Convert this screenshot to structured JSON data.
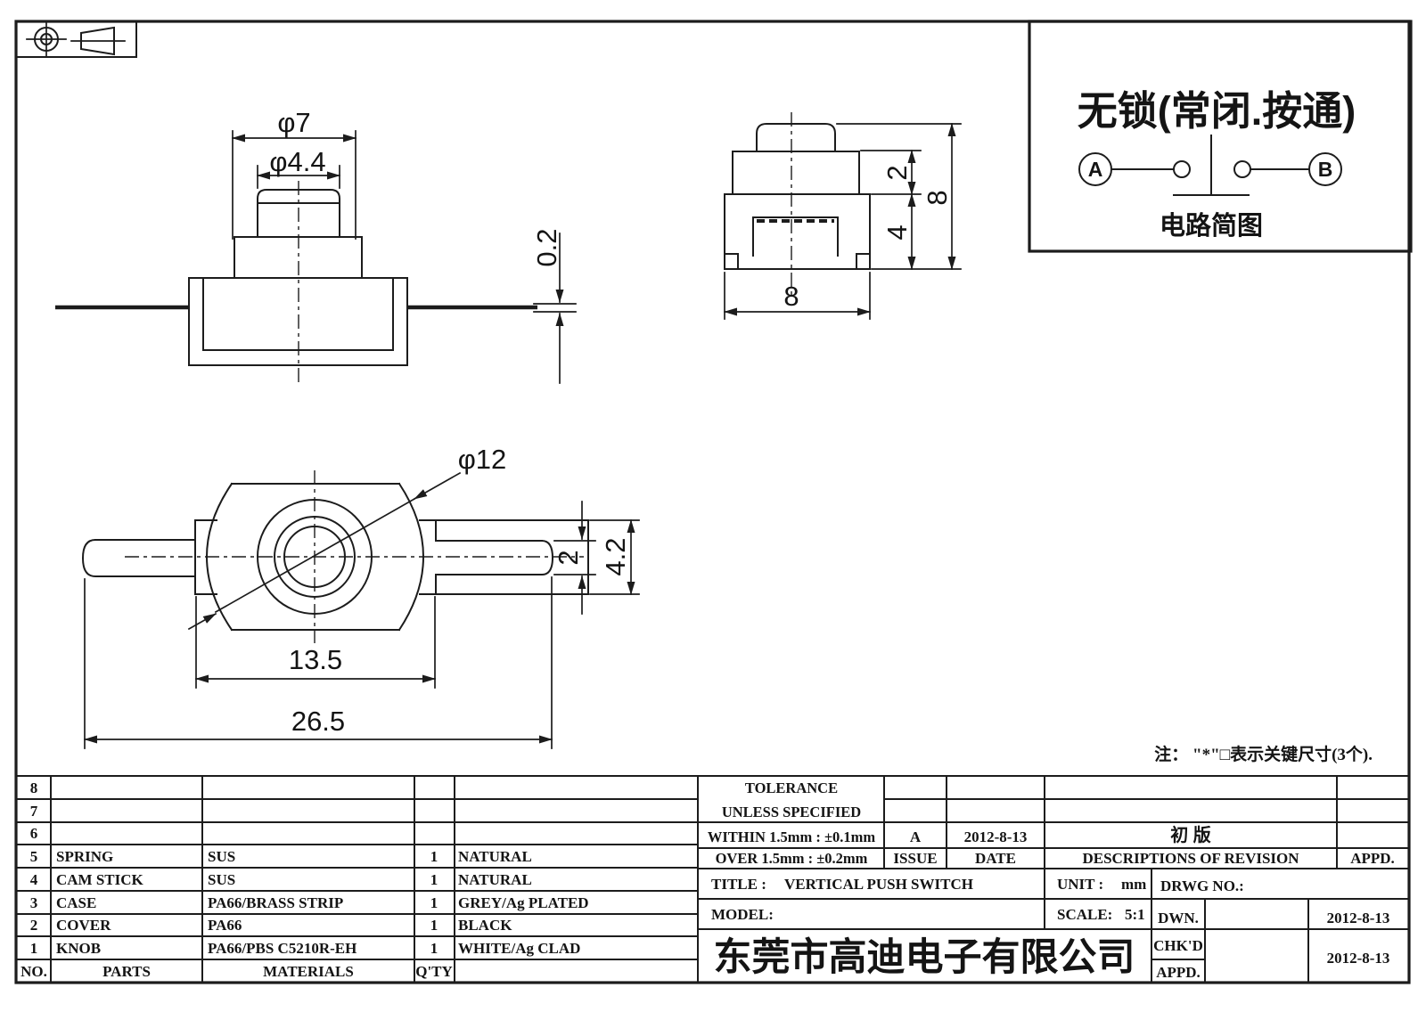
{
  "dims": {
    "front": {
      "phi7": "φ7",
      "phi44": "φ4.4",
      "lead_thickness": "0.2"
    },
    "side": {
      "step_h": "2",
      "body_h": "4",
      "total_h": "8",
      "width": "8"
    },
    "top": {
      "phi12": "φ12",
      "slot_w": "2",
      "wing_w": "4.2",
      "body_w": "13.5",
      "total_l": "26.5"
    }
  },
  "circuit": {
    "title": "无锁(常闭.按通)",
    "terminal_a": "A",
    "terminal_b": "B",
    "caption": "电路简图"
  },
  "note": "注： \"*\"□表示关键尺寸(3个).",
  "parts_table": {
    "footer": {
      "no": "NO.",
      "parts": "PARTS",
      "materials": "MATERIALS",
      "qty": "Q'TY"
    },
    "rows": [
      {
        "no": "8",
        "part": "",
        "material": "",
        "qty": "",
        "finish": ""
      },
      {
        "no": "7",
        "part": "",
        "material": "",
        "qty": "",
        "finish": ""
      },
      {
        "no": "6",
        "part": "",
        "material": "",
        "qty": "",
        "finish": ""
      },
      {
        "no": "5",
        "part": "SPRING",
        "material": "SUS",
        "qty": "1",
        "finish": "NATURAL"
      },
      {
        "no": "4",
        "part": "CAM STICK",
        "material": "SUS",
        "qty": "1",
        "finish": "NATURAL"
      },
      {
        "no": "3",
        "part": "CASE",
        "material": "PA66/BRASS STRIP",
        "qty": "1",
        "finish": "GREY/Ag PLATED"
      },
      {
        "no": "2",
        "part": "COVER",
        "material": "PA66",
        "qty": "1",
        "finish": "BLACK"
      },
      {
        "no": "1",
        "part": "KNOB",
        "material": "PA66/PBS C5210R-EH",
        "qty": "1",
        "finish": "WHITE/Ag CLAD"
      }
    ]
  },
  "tolerance": {
    "l1": "TOLERANCE",
    "l2": "UNLESS  SPECIFIED",
    "within": "WITHIN 1.5mm : ±0.1mm",
    "over": "OVER 1.5mm : ±0.2mm"
  },
  "revision": {
    "issue_value": "A",
    "date_value": "2012-8-13",
    "desc_value": "初  版",
    "issue": "ISSUE",
    "date": "DATE",
    "desc": "DESCRIPTIONS OF REVISION",
    "appd": "APPD."
  },
  "titleblock": {
    "title_label": "TITLE :",
    "title": "VERTICAL PUSH SWITCH",
    "unit_label": "UNIT :",
    "unit": "mm",
    "drwg": "DRWG NO.:",
    "model_label": "MODEL:",
    "scale_label": "SCALE:",
    "scale": "5:1",
    "dwn": "DWN.",
    "chkd": "CHK'D",
    "appd": "APPD.",
    "dwn_date": "2012-8-13",
    "chkd_date": "2012-8-13",
    "company": "东莞市高迪电子有限公司"
  }
}
